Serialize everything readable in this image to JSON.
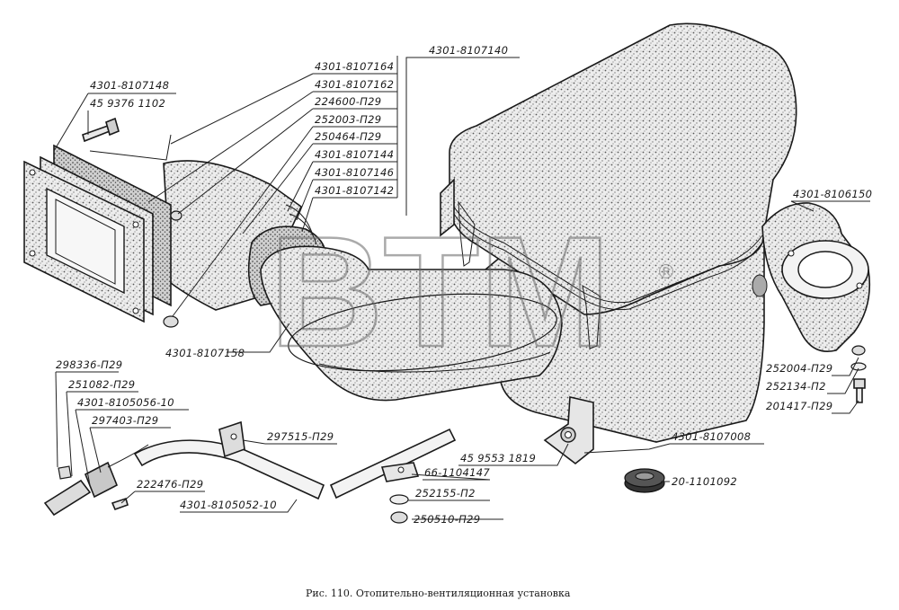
{
  "labels": {
    "l01": "4301-8107148",
    "l02": "45 9376 1102",
    "l03": "4301-8107164",
    "l04": "4301-8107162",
    "l05": "224600-П29",
    "l06": "252003-П29",
    "l07": "250464-П29",
    "l08": "4301-8107144",
    "l09": "4301-8107146",
    "l10": "4301-8107142",
    "l11": "4301-8107140",
    "l12": "4301-8106150",
    "l13": "4301-8107158",
    "l14": "298336-П29",
    "l15": "251082-П29",
    "l16": "4301-8105056-10",
    "l17": "297403-П29",
    "l18": "297515-П29",
    "l19": "222476-П29",
    "l20": "4301-8105052-10",
    "l21": "66-1104147",
    "l22": "45 9553 1819",
    "l23": "252155-П2",
    "l24": "250510-П29",
    "l25": "252004-П29",
    "l26": "252134-П2",
    "l27": "201417-П29",
    "l28": "4301-8107008",
    "l29": "20-1101092"
  },
  "watermark": {
    "text": "BTM",
    "mark": "®"
  },
  "caption": "Рис. 110. Отопительно-вентиляционная установка"
}
